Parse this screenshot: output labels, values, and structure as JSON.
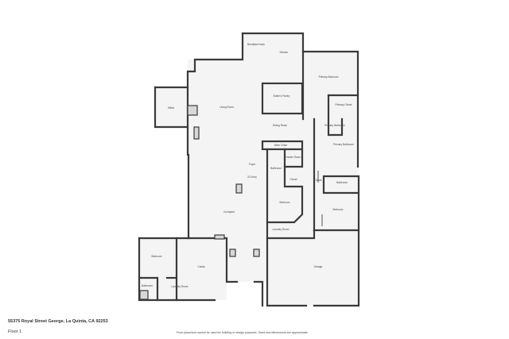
{
  "footer": {
    "address": "55375 Royal Street George, La Quinta, CA 92253",
    "floor": "Floor 1",
    "disclaimer": "Floor plans/tour cannot be used for building or design purposes. Sizes and dimensions are approximate."
  },
  "rooms": {
    "office": "Office",
    "living_room": "Living Room",
    "breakfast_nook": "Breakfast Nook",
    "kitchen": "Kitchen",
    "butlers_pantry": "Butler's Pantry",
    "dining_room": "Dining Room",
    "wine_cellar": "Wine Cellar",
    "primary_bedroom": "Primary Bedroom",
    "primary_closet": "Primary Closet",
    "primary_bathroom_small": "Primary Bathroom",
    "primary_bathroom": "Primary Bathroom",
    "foyer": "Foyer",
    "entry": "2L Entry",
    "powder_room": "Powder Room",
    "bathroom_center": "Bathroom",
    "closet_center": "Closet",
    "bedroom_center": "Bedroom",
    "laundry_room_center": "Laundry Room",
    "closet_east": "Closet",
    "bathroom_east": "Bathroom",
    "bedroom_east": "Bedroom",
    "courtyard": "Courtyard",
    "garage": "Garage",
    "bedroom_casita": "Bedroom",
    "casita": "Casita",
    "bathroom_casita": "Bathroom",
    "laundry_room_casita": "Laundry Room"
  }
}
